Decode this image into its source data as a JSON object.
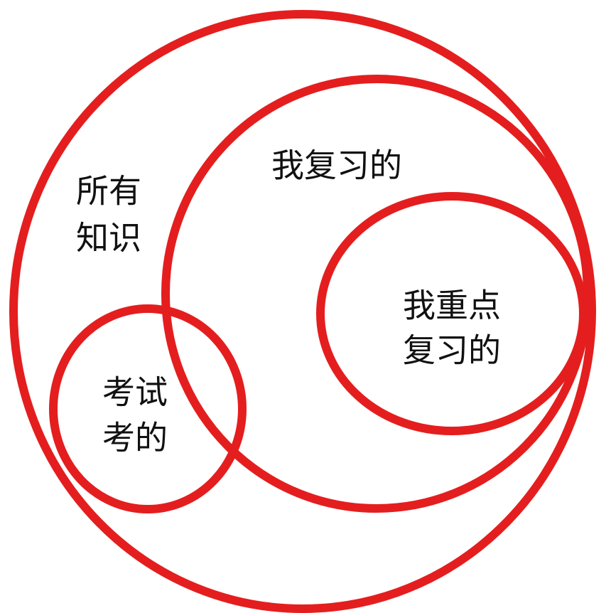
{
  "colors": {
    "ring": "#e41e1e",
    "text": "#111111",
    "background": "#ffffff"
  },
  "sets": {
    "all_knowledge": [
      "所有",
      "知识"
    ],
    "reviewed": [
      "我复习的"
    ],
    "key_review": [
      "我重点",
      "复习的"
    ],
    "exam": [
      "考试",
      "考的"
    ]
  }
}
